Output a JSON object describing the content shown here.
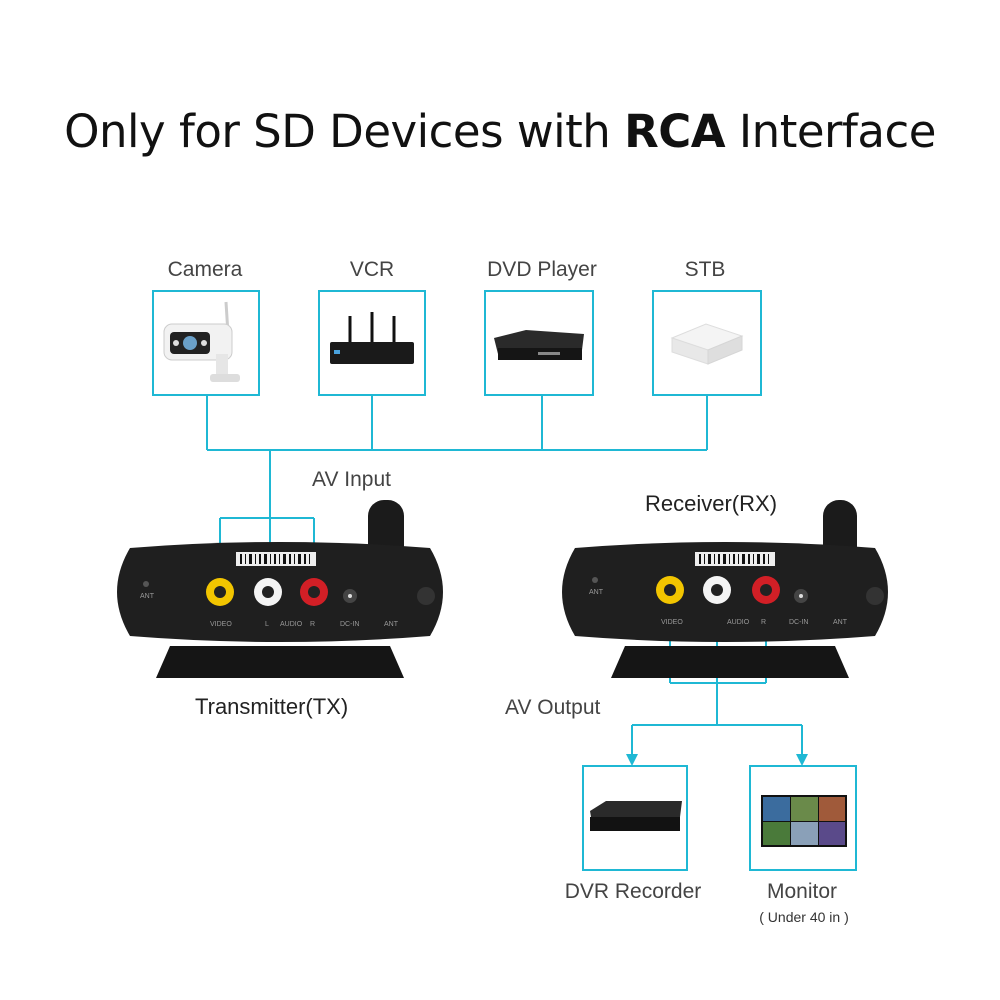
{
  "title": {
    "prefix": "Only for SD Devices with ",
    "bold": "RCA",
    "suffix": " Interface"
  },
  "sources": [
    {
      "label": "Camera"
    },
    {
      "label": "VCR"
    },
    {
      "label": "DVD Player"
    },
    {
      "label": "STB"
    }
  ],
  "av_input_label": "AV Input",
  "av_output_label": "AV Output",
  "transmitter": {
    "label": "Transmitter(TX)",
    "panel": {
      "ant_left": "ANT",
      "video": "VIDEO",
      "l": "L",
      "audio": "AUDIO",
      "r": "R",
      "dc_in": "DC-IN",
      "ant_right": "ANT"
    }
  },
  "receiver": {
    "label": "Receiver(RX)",
    "panel": {
      "ant_left": "ANT",
      "video": "VIDEO",
      "audio": "AUDIO",
      "r": "R",
      "dc_in": "DC-IN",
      "ant_right": "ANT"
    }
  },
  "outputs": [
    {
      "label": "DVR Recorder",
      "sublabel": ""
    },
    {
      "label": "Monitor",
      "sublabel": "( Under 40 in )"
    }
  ],
  "colors": {
    "accent": "#1fb8d4",
    "device_body": "#1f1f1f",
    "rca_yellow": "#f2c500",
    "rca_red": "#d21f26",
    "rca_white": "#f4f4f4"
  }
}
